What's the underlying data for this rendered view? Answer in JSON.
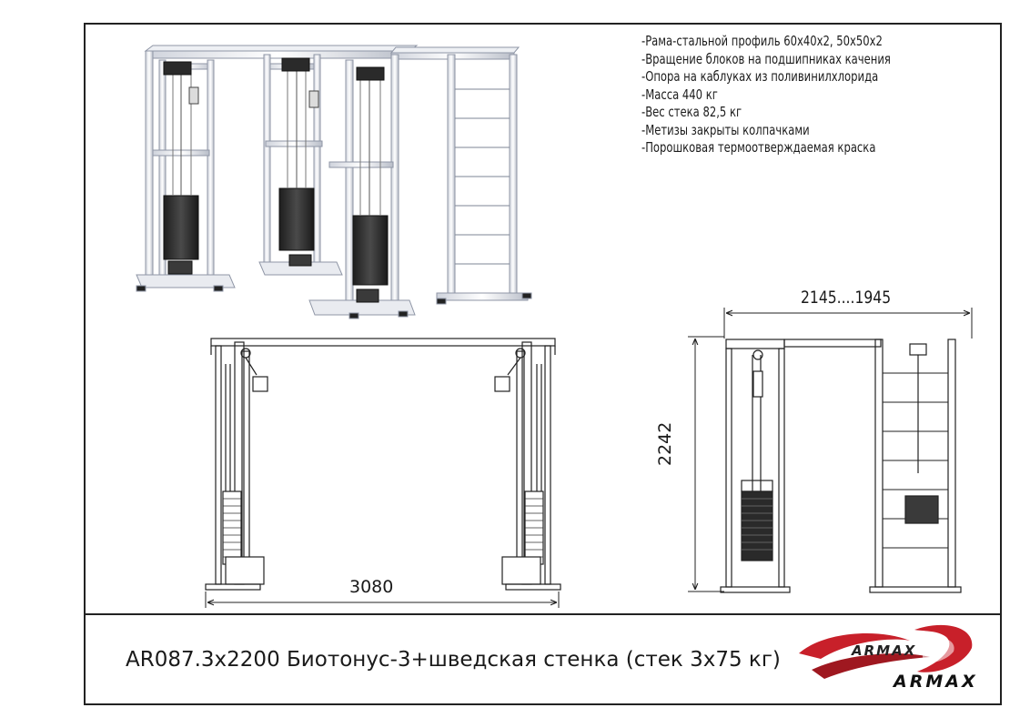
{
  "specs": [
    "-Рама-стальной профиль 60х40х2, 50х50х2",
    "-Вращение блоков на подшипниках качения",
    "-Опора на каблуках из поливинилхлорида",
    "-Масса 440 кг",
    "-Вес стека 82,5 кг",
    "-Метизы закрыты колпачками",
    "-Порошковая термоотверждаемая краска"
  ],
  "dimensions": {
    "front_width": "3080",
    "side_width": "2145....1945",
    "side_height": "2242"
  },
  "title": "AR087.3х2200 Биотонус-3+шведская стенка (стек 3х75 кг)",
  "brand": {
    "name": "ARMAX",
    "accent_color": "#c8202a"
  },
  "colors": {
    "frame": "#ffffff",
    "outline": "#222222",
    "stack": "#2b2b2b"
  }
}
